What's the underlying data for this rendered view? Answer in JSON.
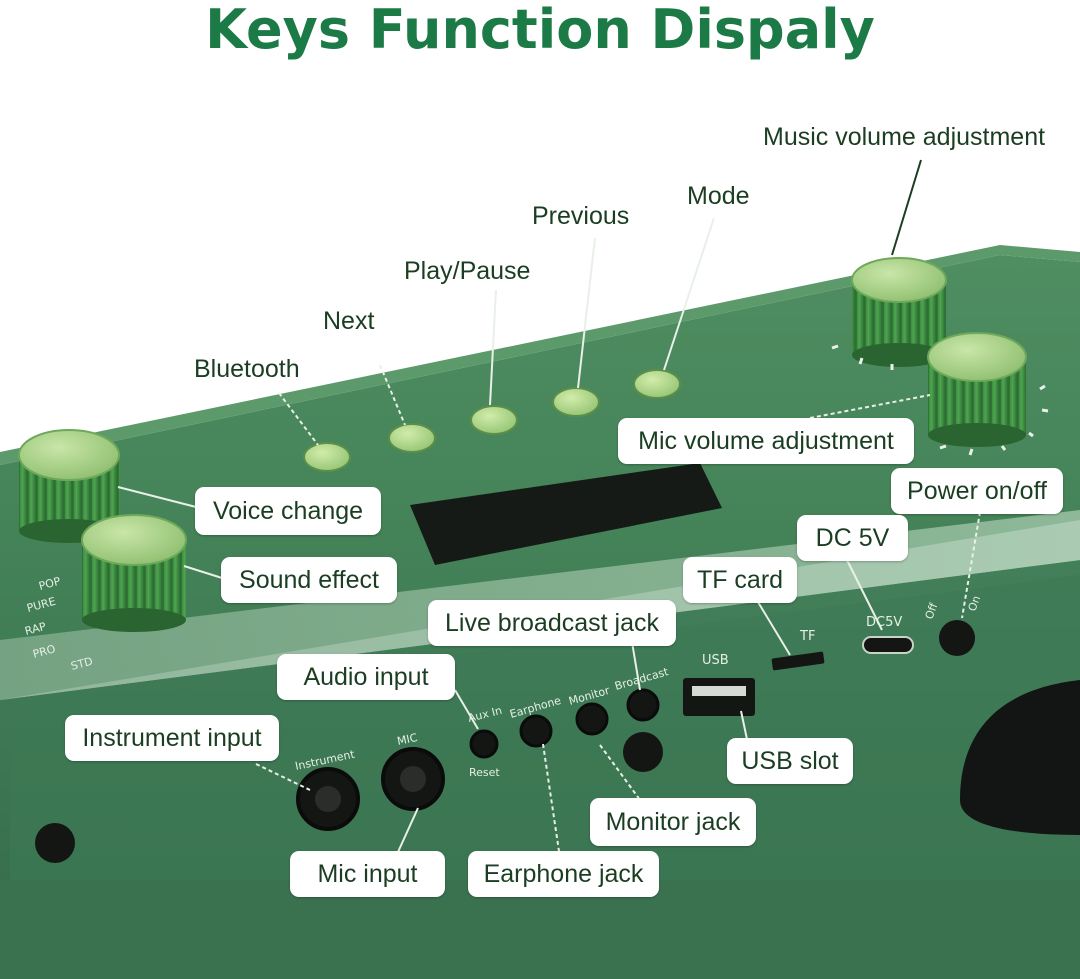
{
  "title": "Keys Function Dispaly",
  "colors": {
    "title": "#1b7a45",
    "body": "#3b7550",
    "top": "#4b8a5e",
    "knob": "#3f8f47",
    "knob_cap": "#a7cf87",
    "button": "#b3d98c",
    "display": "#161a17",
    "jack": "#141614"
  },
  "labels": {
    "bluetooth": "Bluetooth",
    "next": "Next",
    "play_pause": "Play/Pause",
    "previous": "Previous",
    "mode": "Mode",
    "music_volume": "Music volume adjustment",
    "mic_volume": "Mic volume adjustment",
    "voice_change": "Voice change",
    "sound_effect": "Sound effect",
    "power": "Power on/off",
    "dc5v": "DC 5V",
    "tf_card": "TF card",
    "live_broadcast": "Live broadcast jack",
    "audio_input": "Audio input",
    "instrument_input": "Instrument input",
    "usb_slot": "USB slot",
    "monitor_jack": "Monitor jack",
    "mic_input": "Mic input",
    "earphone_jack": "Earphone jack"
  },
  "panel": {
    "instrument": "Instrument",
    "mic": "MIC",
    "aux_in": "Aux In",
    "reset": "Reset",
    "earphone": "Earphone",
    "monitor": "Monitor",
    "broadcast": "Broadcast",
    "usb": "USB",
    "tf": "TF",
    "dc5v": "DC5V",
    "off": "Off",
    "on": "On",
    "pop": "POP",
    "pure": "PURE",
    "rap": "RAP",
    "pro": "PRO",
    "std": "STD"
  }
}
